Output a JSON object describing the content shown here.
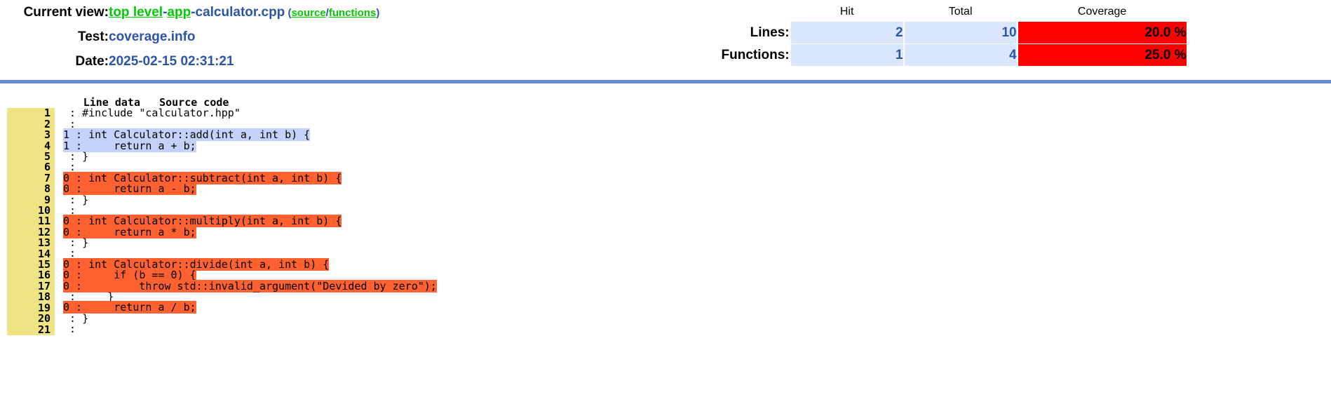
{
  "header": {
    "current_view_label": "Current view:",
    "breadcrumb": [
      {
        "text": "top level",
        "style": "green-link"
      },
      {
        "text": "app",
        "style": "green-link"
      },
      {
        "text": "calculator.cpp",
        "style": "blue-plain"
      }
    ],
    "separator": "-",
    "paren_open": "(",
    "source_link": "source",
    "paren_slash": "/",
    "functions_link": "functions",
    "paren_close": ")",
    "test_label": "Test:",
    "test_value": "coverage.info",
    "date_label": "Date:",
    "date_value": "2025-02-15 02:31:21"
  },
  "stats": {
    "columns": [
      "Hit",
      "Total",
      "Coverage"
    ],
    "rows": [
      {
        "label": "Lines:",
        "hit": "2",
        "total": "10",
        "coverage": "20.0 %",
        "coverage_color": "#ff0000"
      },
      {
        "label": "Functions:",
        "hit": "1",
        "total": "4",
        "coverage": "25.0 %",
        "coverage_color": "#ff0000"
      }
    ]
  },
  "source_view": {
    "col_line_data": "Line data",
    "col_source_code": "Source code",
    "separator": ":",
    "colors": {
      "covered_bg": "#c3d2f9",
      "uncovered_bg": "#ff6230",
      "gutter_bg": "#efe383",
      "rule": "#6688d4"
    },
    "lines": [
      {
        "no": "1",
        "hits": "",
        "code": "#include \"calculator.hpp\"",
        "state": "none"
      },
      {
        "no": "2",
        "hits": "",
        "code": "",
        "state": "none"
      },
      {
        "no": "3",
        "hits": "1",
        "code": "int Calculator::add(int a, int b) {",
        "state": "hit"
      },
      {
        "no": "4",
        "hits": "1",
        "code": "    return a + b;",
        "state": "hit"
      },
      {
        "no": "5",
        "hits": "",
        "code": "}",
        "state": "none"
      },
      {
        "no": "6",
        "hits": "",
        "code": "",
        "state": "none"
      },
      {
        "no": "7",
        "hits": "0",
        "code": "int Calculator::subtract(int a, int b) {",
        "state": "miss"
      },
      {
        "no": "8",
        "hits": "0",
        "code": "    return a - b;",
        "state": "miss"
      },
      {
        "no": "9",
        "hits": "",
        "code": "}",
        "state": "none"
      },
      {
        "no": "10",
        "hits": "",
        "code": "",
        "state": "none"
      },
      {
        "no": "11",
        "hits": "0",
        "code": "int Calculator::multiply(int a, int b) {",
        "state": "miss"
      },
      {
        "no": "12",
        "hits": "0",
        "code": "    return a * b;",
        "state": "miss"
      },
      {
        "no": "13",
        "hits": "",
        "code": "}",
        "state": "none"
      },
      {
        "no": "14",
        "hits": "",
        "code": "",
        "state": "none"
      },
      {
        "no": "15",
        "hits": "0",
        "code": "int Calculator::divide(int a, int b) {",
        "state": "miss"
      },
      {
        "no": "16",
        "hits": "0",
        "code": "    if (b == 0) {",
        "state": "miss"
      },
      {
        "no": "17",
        "hits": "0",
        "code": "        throw std::invalid_argument(\"Devided by zero\");",
        "state": "miss"
      },
      {
        "no": "18",
        "hits": "",
        "code": "    }",
        "state": "none"
      },
      {
        "no": "19",
        "hits": "0",
        "code": "    return a / b;",
        "state": "miss"
      },
      {
        "no": "20",
        "hits": "",
        "code": "}",
        "state": "none"
      },
      {
        "no": "21",
        "hits": "",
        "code": "",
        "state": "none"
      }
    ]
  }
}
